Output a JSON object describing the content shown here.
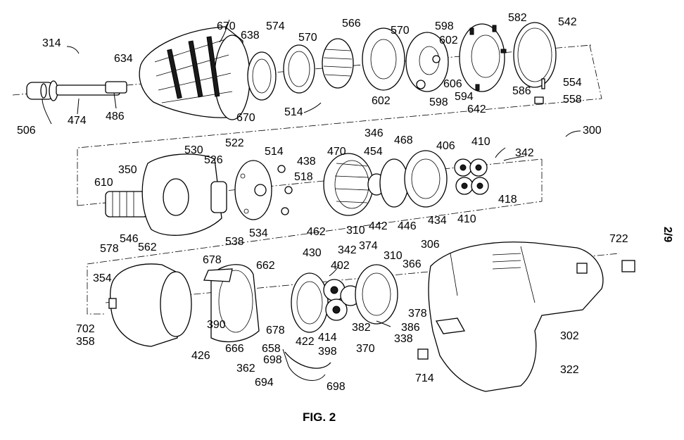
{
  "figure": {
    "caption": "FIG. 2",
    "sheet": "2/9",
    "labels": [
      "314",
      "670",
      "638",
      "574",
      "570",
      "566",
      "570",
      "598",
      "602",
      "582",
      "542",
      "634",
      "606",
      "554",
      "558",
      "594",
      "586",
      "642",
      "598",
      "602",
      "514",
      "506",
      "474",
      "486",
      "670",
      "300",
      "346",
      "468",
      "522",
      "514",
      "530",
      "438",
      "470",
      "454",
      "406",
      "410",
      "342",
      "518",
      "350",
      "526",
      "610",
      "418",
      "410",
      "434",
      "446",
      "442",
      "310",
      "462",
      "534",
      "538",
      "578",
      "546",
      "562",
      "306",
      "722",
      "430",
      "342",
      "374",
      "310",
      "366",
      "402",
      "354",
      "678",
      "662",
      "702",
      "358",
      "390",
      "678",
      "422",
      "414",
      "382",
      "378",
      "386",
      "338",
      "426",
      "666",
      "658",
      "398",
      "370",
      "302",
      "362",
      "698",
      "714",
      "322",
      "694",
      "698"
    ]
  }
}
